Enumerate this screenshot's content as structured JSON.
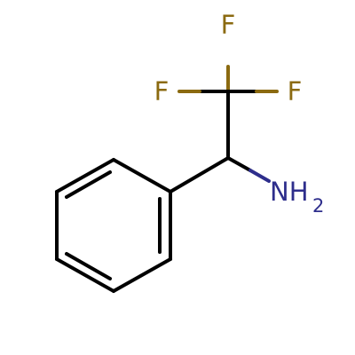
{
  "molecule": {
    "atoms": {
      "f_top": {
        "symbol": "F",
        "color": "#8b6a10"
      },
      "f_left": {
        "symbol": "F",
        "color": "#8b6a10"
      },
      "f_right": {
        "symbol": "F",
        "color": "#8b6a10"
      },
      "nh2": {
        "symbol": "NH",
        "subscript": "2",
        "color": "#2e2e8c"
      }
    },
    "bond_color": "#000000"
  }
}
